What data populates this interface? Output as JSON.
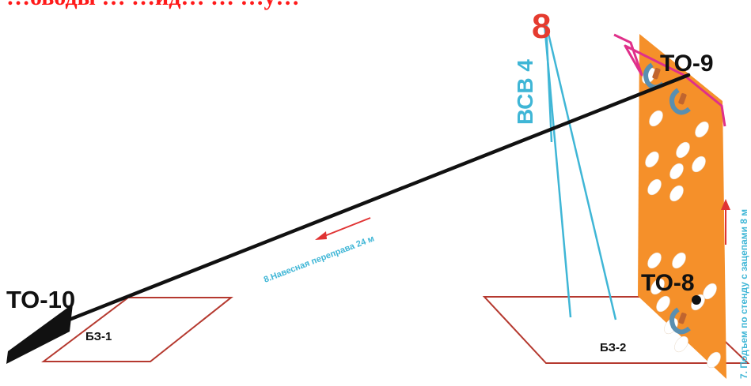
{
  "header": {
    "title_fragment": "…оводы … …ид… … …у…"
  },
  "stages": {
    "to10": "ТО-10",
    "to9": "ТО-9",
    "to8": "ТО-8",
    "bz1": "БЗ-1",
    "bz2": "БЗ-2",
    "vsv": "ВСВ 4",
    "stage_number": "8"
  },
  "annotations": {
    "traverse": "8.Навесная переправа 24 м",
    "climb": "7. Подъем по стенду с зацепами 8 м"
  },
  "colors": {
    "title_red": "#ff1a1a",
    "rope_black": "#111111",
    "wall_orange": "#f5902a",
    "zone_outline": "#b5392f",
    "vsv_blue": "#3fb6d6",
    "arrow_red": "#e03333",
    "magenta_rope": "#e0308a",
    "carabiner_blue": "#5a8fb0",
    "carabiner_brown": "#c0652f"
  }
}
